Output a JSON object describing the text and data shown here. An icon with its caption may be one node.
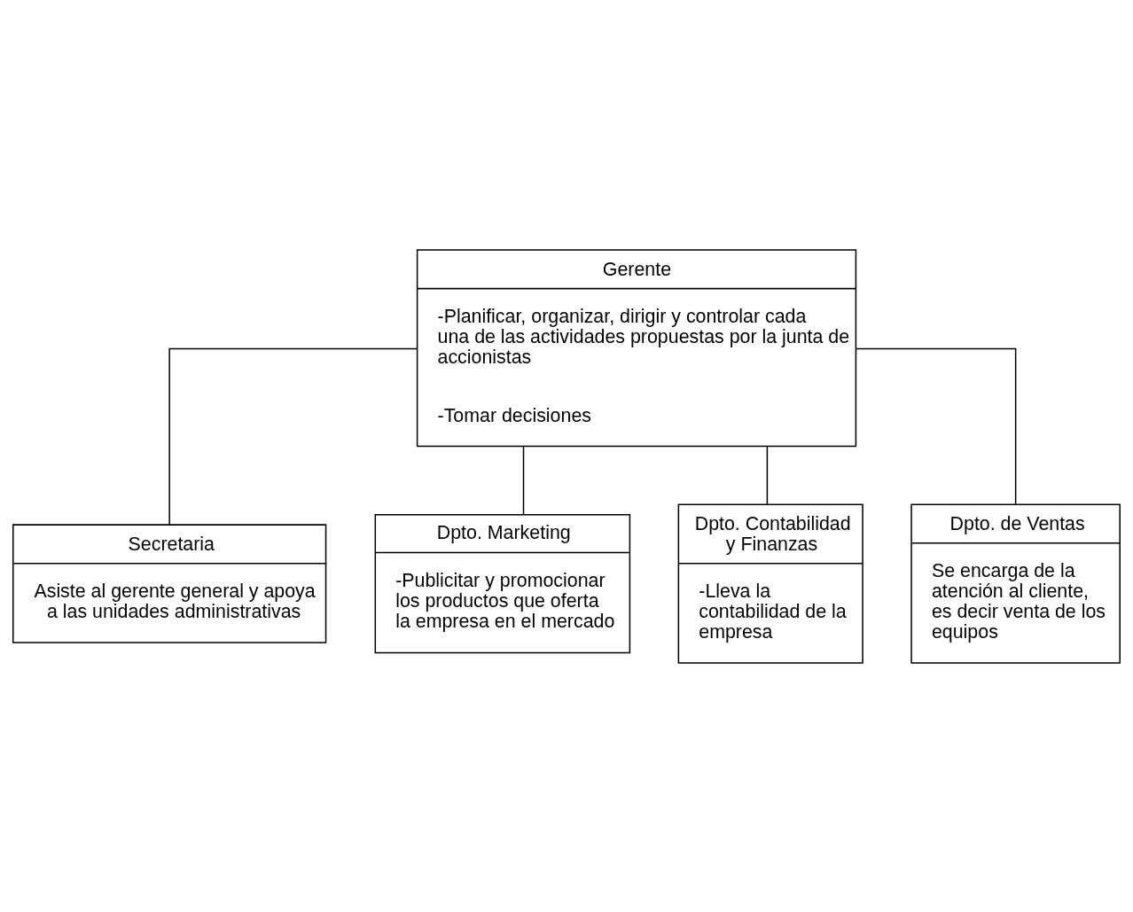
{
  "diagram": {
    "nodes": [
      {
        "text": [
          "Gerente",
          "-Planificar, organizar, dirigir y controlar cada una de las actividades propuestas por la junta de accionistas",
          "-Tomar decisiones"
        ]
      },
      {
        "text": [
          "Secretaria",
          "Asiste al gerente general y apoya a las unidades administrativas"
        ]
      },
      {
        "text": [
          "Dpto. Marketing",
          "-Publicitar y promocionar los productos que oferta la empresa en el mercado"
        ]
      },
      {
        "text": [
          "Dpto. Contabilidad y Finanzas",
          "-Lleva la contabilidad de la empresa"
        ]
      },
      {
        "text": [
          "Dpto. de Ventas",
          "Se encarga de la atención al cliente, es decir venta de los equipos"
        ]
      }
    ],
    "edges": [
      {
        "from": 0,
        "to": 1,
        "arrow": "none"
      },
      {
        "from": 0,
        "to": 2,
        "arrow": "none"
      },
      {
        "from": 0,
        "to": 3,
        "arrow": "none"
      },
      {
        "from": 0,
        "to": 4,
        "arrow": "none"
      }
    ]
  }
}
